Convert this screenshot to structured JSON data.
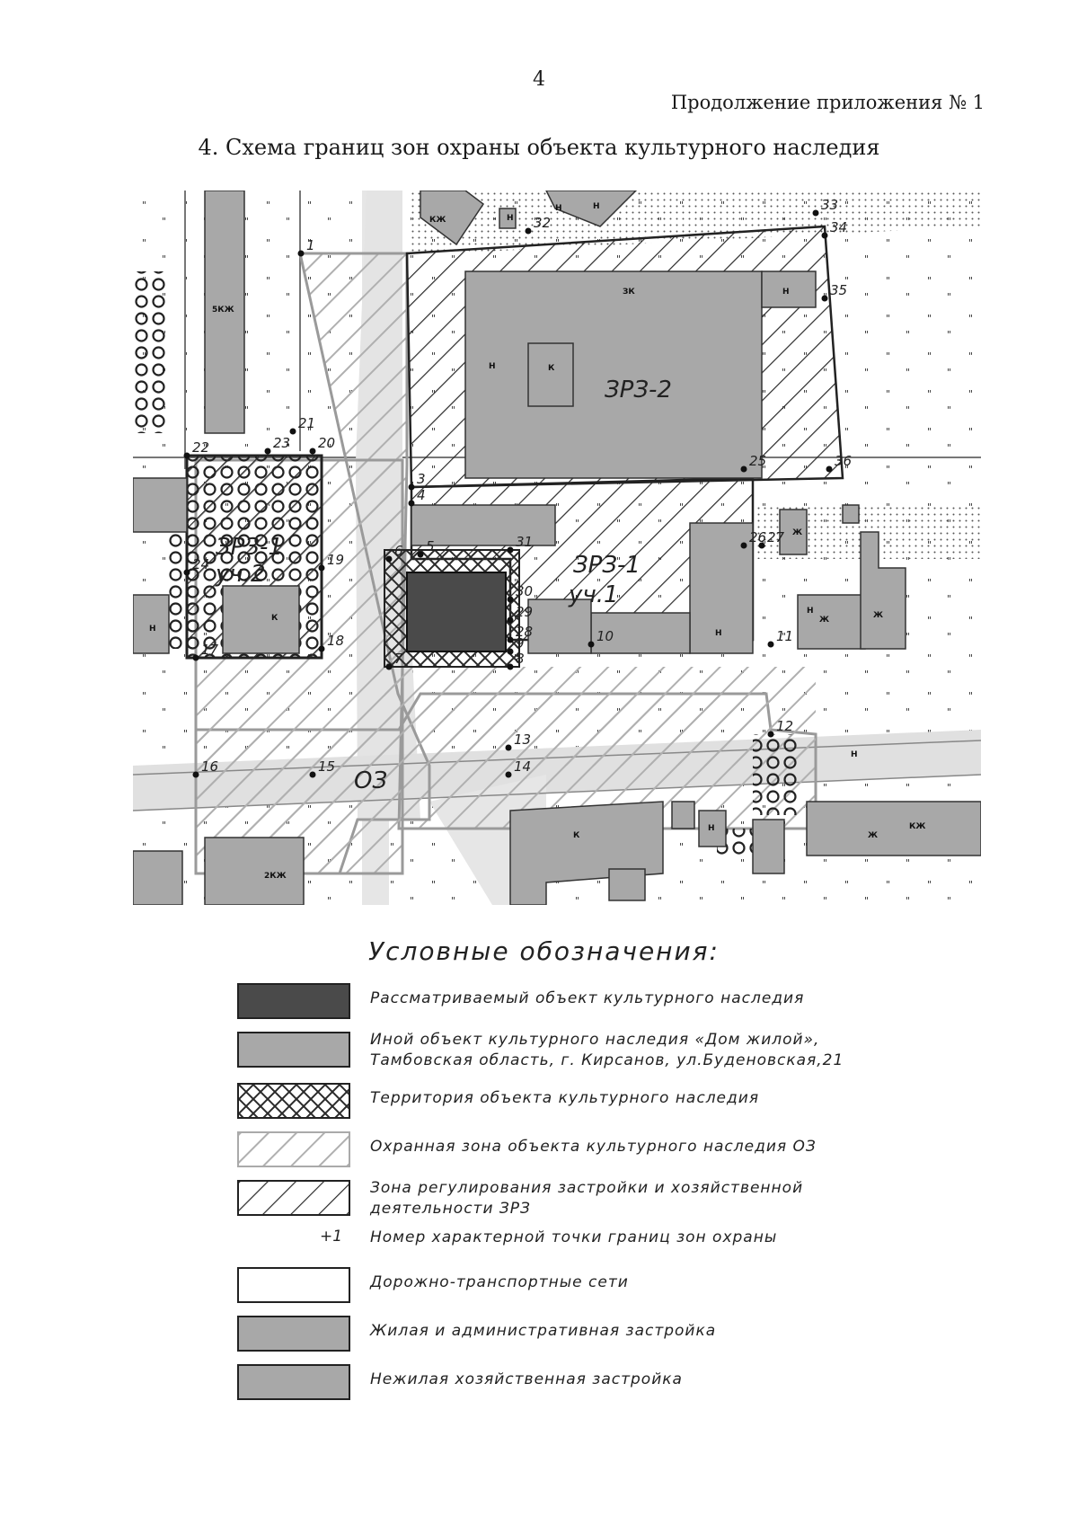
{
  "header": {
    "page_number": "4",
    "appendix_note": "Продолжение приложения № 1",
    "title": "4. Схема границ зон охраны объекта культурного наследия"
  },
  "map": {
    "zone_labels": {
      "zrz2": "ЗРЗ-2",
      "zrz1_part1_a": "ЗРЗ-1",
      "zrz1_part1_b": "уч.1",
      "zrz1_part2_a": "ЗРЗ-1",
      "zrz1_part2_b": "уч.2",
      "oz": "ОЗ"
    },
    "points": [
      "1",
      "3",
      "4",
      "5",
      "6",
      "7",
      "8",
      "9",
      "10",
      "11",
      "12",
      "13",
      "14",
      "15",
      "16",
      "17",
      "18",
      "19",
      "20",
      "21",
      "22",
      "23",
      "24",
      "25",
      "26",
      "27",
      "28",
      "29",
      "30",
      "31",
      "32",
      "33",
      "34",
      "35",
      "36"
    ],
    "building_labels": [
      "5КЖ",
      "КЖ",
      "Н",
      "Н",
      "Н",
      "ЗК",
      "К",
      "Н",
      "Н",
      "Ж",
      "Ж",
      "Ж",
      "Н",
      "Н",
      "Н",
      "Ж",
      "КЖ",
      "Н",
      "2КЖ",
      "К",
      "К",
      "Н"
    ]
  },
  "legend": {
    "title": "Условные обозначения:",
    "items": [
      {
        "text": "Рассматриваемый объект культурного наследия"
      },
      {
        "text": "Иной объект культурного наследия «Дом жилой», Тамбовская область, г. Кирсанов, ул.Буденовская,21"
      },
      {
        "text": "Территория объекта культурного наследия"
      },
      {
        "text": "Охранная зона объекта культурного наследия ОЗ"
      },
      {
        "text": "Зона регулирования застройки и хозяйственной деятельности ЗРЗ"
      },
      {
        "marker": "+1",
        "text": "Номер характерной точки границ зон охраны"
      },
      {
        "text": "Дорожно-транспортные сети"
      },
      {
        "text": "Жилая и административная застройка"
      },
      {
        "text": "Нежилая хозяйственная застройка"
      }
    ]
  },
  "colors": {
    "object_dark": "#4a4a4a",
    "building_gray": "#a8a8a8",
    "road": "#e2e2e2",
    "hatch_light": "#b8b8b8",
    "hatch_dark": "#222222"
  }
}
